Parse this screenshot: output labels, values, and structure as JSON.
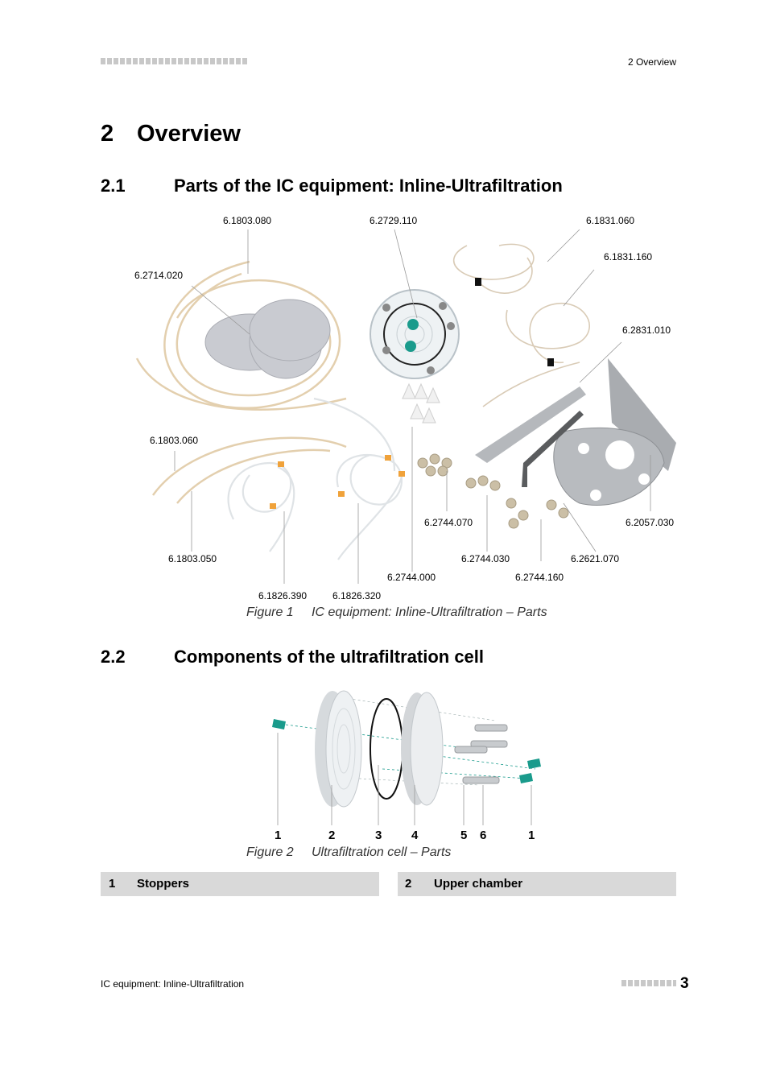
{
  "header": {
    "section": "2 Overview"
  },
  "title": {
    "number": "2",
    "text": "Overview"
  },
  "section1": {
    "number": "2.1",
    "title": "Parts of the IC equipment: Inline-Ultrafiltration"
  },
  "figure1": {
    "labels": {
      "a": "6.1803.080",
      "b": "6.2729.110",
      "c": "6.1831.060",
      "d": "6.1831.160",
      "e": "6.2714.020",
      "f": "6.2831.010",
      "g": "6.1803.060",
      "h": "6.2744.070",
      "i": "6.2057.030",
      "j": "6.1803.050",
      "k": "6.2744.030",
      "l": "6.2621.070",
      "m": "6.2744.000",
      "n": "6.2744.160",
      "o": "6.1826.390",
      "p": "6.1826.320"
    },
    "caption_label": "Figure 1",
    "caption_text": "IC equipment: Inline-Ultrafiltration – Parts"
  },
  "section2": {
    "number": "2.2",
    "title": "Components of the ultrafiltration cell"
  },
  "figure2": {
    "callouts": [
      "1",
      "2",
      "3",
      "4",
      "5",
      "6",
      "1"
    ],
    "caption_label": "Figure 2",
    "caption_text": "Ultrafiltration cell – Parts"
  },
  "legend": [
    {
      "num": "1",
      "label": "Stoppers"
    },
    {
      "num": "2",
      "label": "Upper chamber"
    }
  ],
  "footer": {
    "doc_title": "IC equipment: Inline-Ultrafiltration",
    "page": "3"
  },
  "colors": {
    "teal": "#1a9b8c",
    "gray": "#d9d9d9",
    "steel": "#a9acb0",
    "tubing": "#e8d9c0"
  }
}
